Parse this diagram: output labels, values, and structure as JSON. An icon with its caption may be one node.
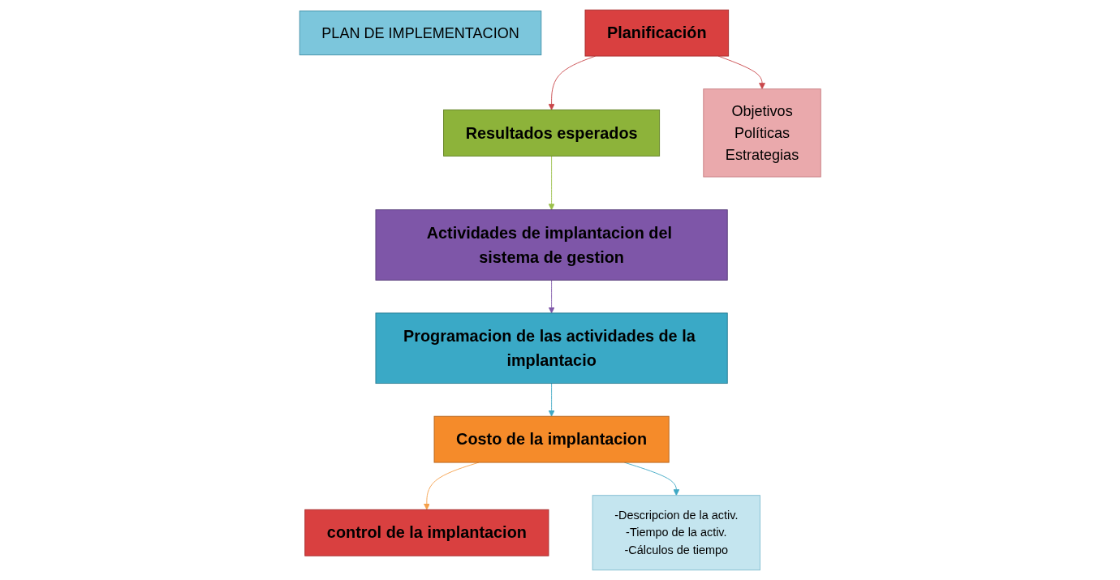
{
  "diagram": {
    "nodes": [
      {
        "text": [
          "PLAN DE IMPLEMENTACION"
        ]
      },
      {
        "text": [
          "Planificación"
        ]
      },
      {
        "text": [
          "Resultados esperados"
        ]
      },
      {
        "text": [
          "Actividades de implantacion del sistema de gestion"
        ]
      },
      {
        "text": [
          "Programacion de las actividades de la implantacio"
        ]
      },
      {
        "text": [
          "Costo de la implantacion"
        ]
      },
      {
        "text": [
          "control de la implantacion"
        ]
      },
      {
        "text": [
          "Objetivos",
          "Políticas",
          "Estrategias"
        ]
      },
      {
        "text": [
          "-Descripcion de la activ.",
          "-Tiempo de la activ.",
          "-Cálculos de tiempo"
        ]
      }
    ],
    "edges": [
      {
        "from": 1,
        "to": 2,
        "arrow": "to",
        "color": "#c9474a"
      },
      {
        "from": 2,
        "to": 3,
        "arrow": "to",
        "color": "#9bc04a"
      },
      {
        "from": 3,
        "to": 4,
        "arrow": "to",
        "color": "#7e56a8"
      },
      {
        "from": 4,
        "to": 5,
        "arrow": "to",
        "color": "#3fa8c4"
      },
      {
        "from": 5,
        "to": 6,
        "arrow": "to",
        "color": "#f5a04a"
      },
      {
        "from": 1,
        "to": 7,
        "arrow": "to",
        "color": "#c9474a"
      },
      {
        "from": 5,
        "to": 8,
        "arrow": "to",
        "color": "#3fa8c4"
      }
    ]
  }
}
